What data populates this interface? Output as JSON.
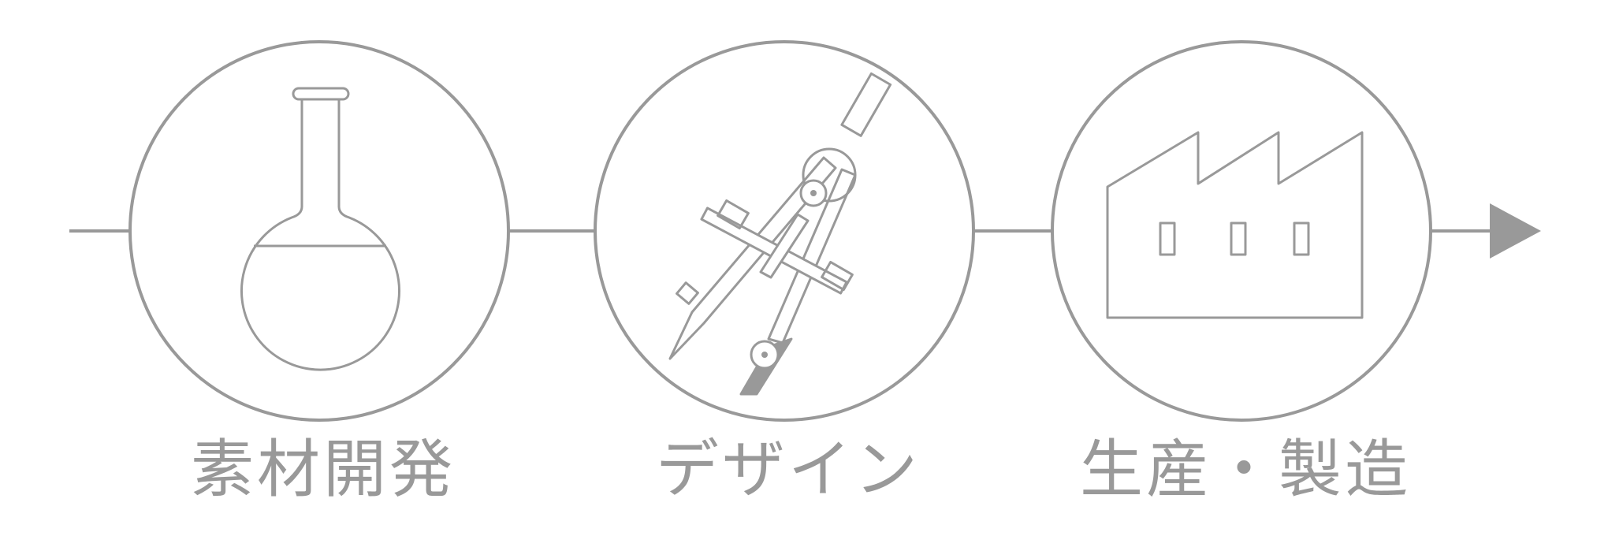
{
  "colors": {
    "stroke": "#999999",
    "fill": "#ffffff"
  },
  "stages": [
    {
      "label": "素材開発",
      "icon": "flask-icon"
    },
    {
      "label": "デザイン",
      "icon": "compass-icon"
    },
    {
      "label": "生産・製造",
      "icon": "factory-icon"
    }
  ]
}
